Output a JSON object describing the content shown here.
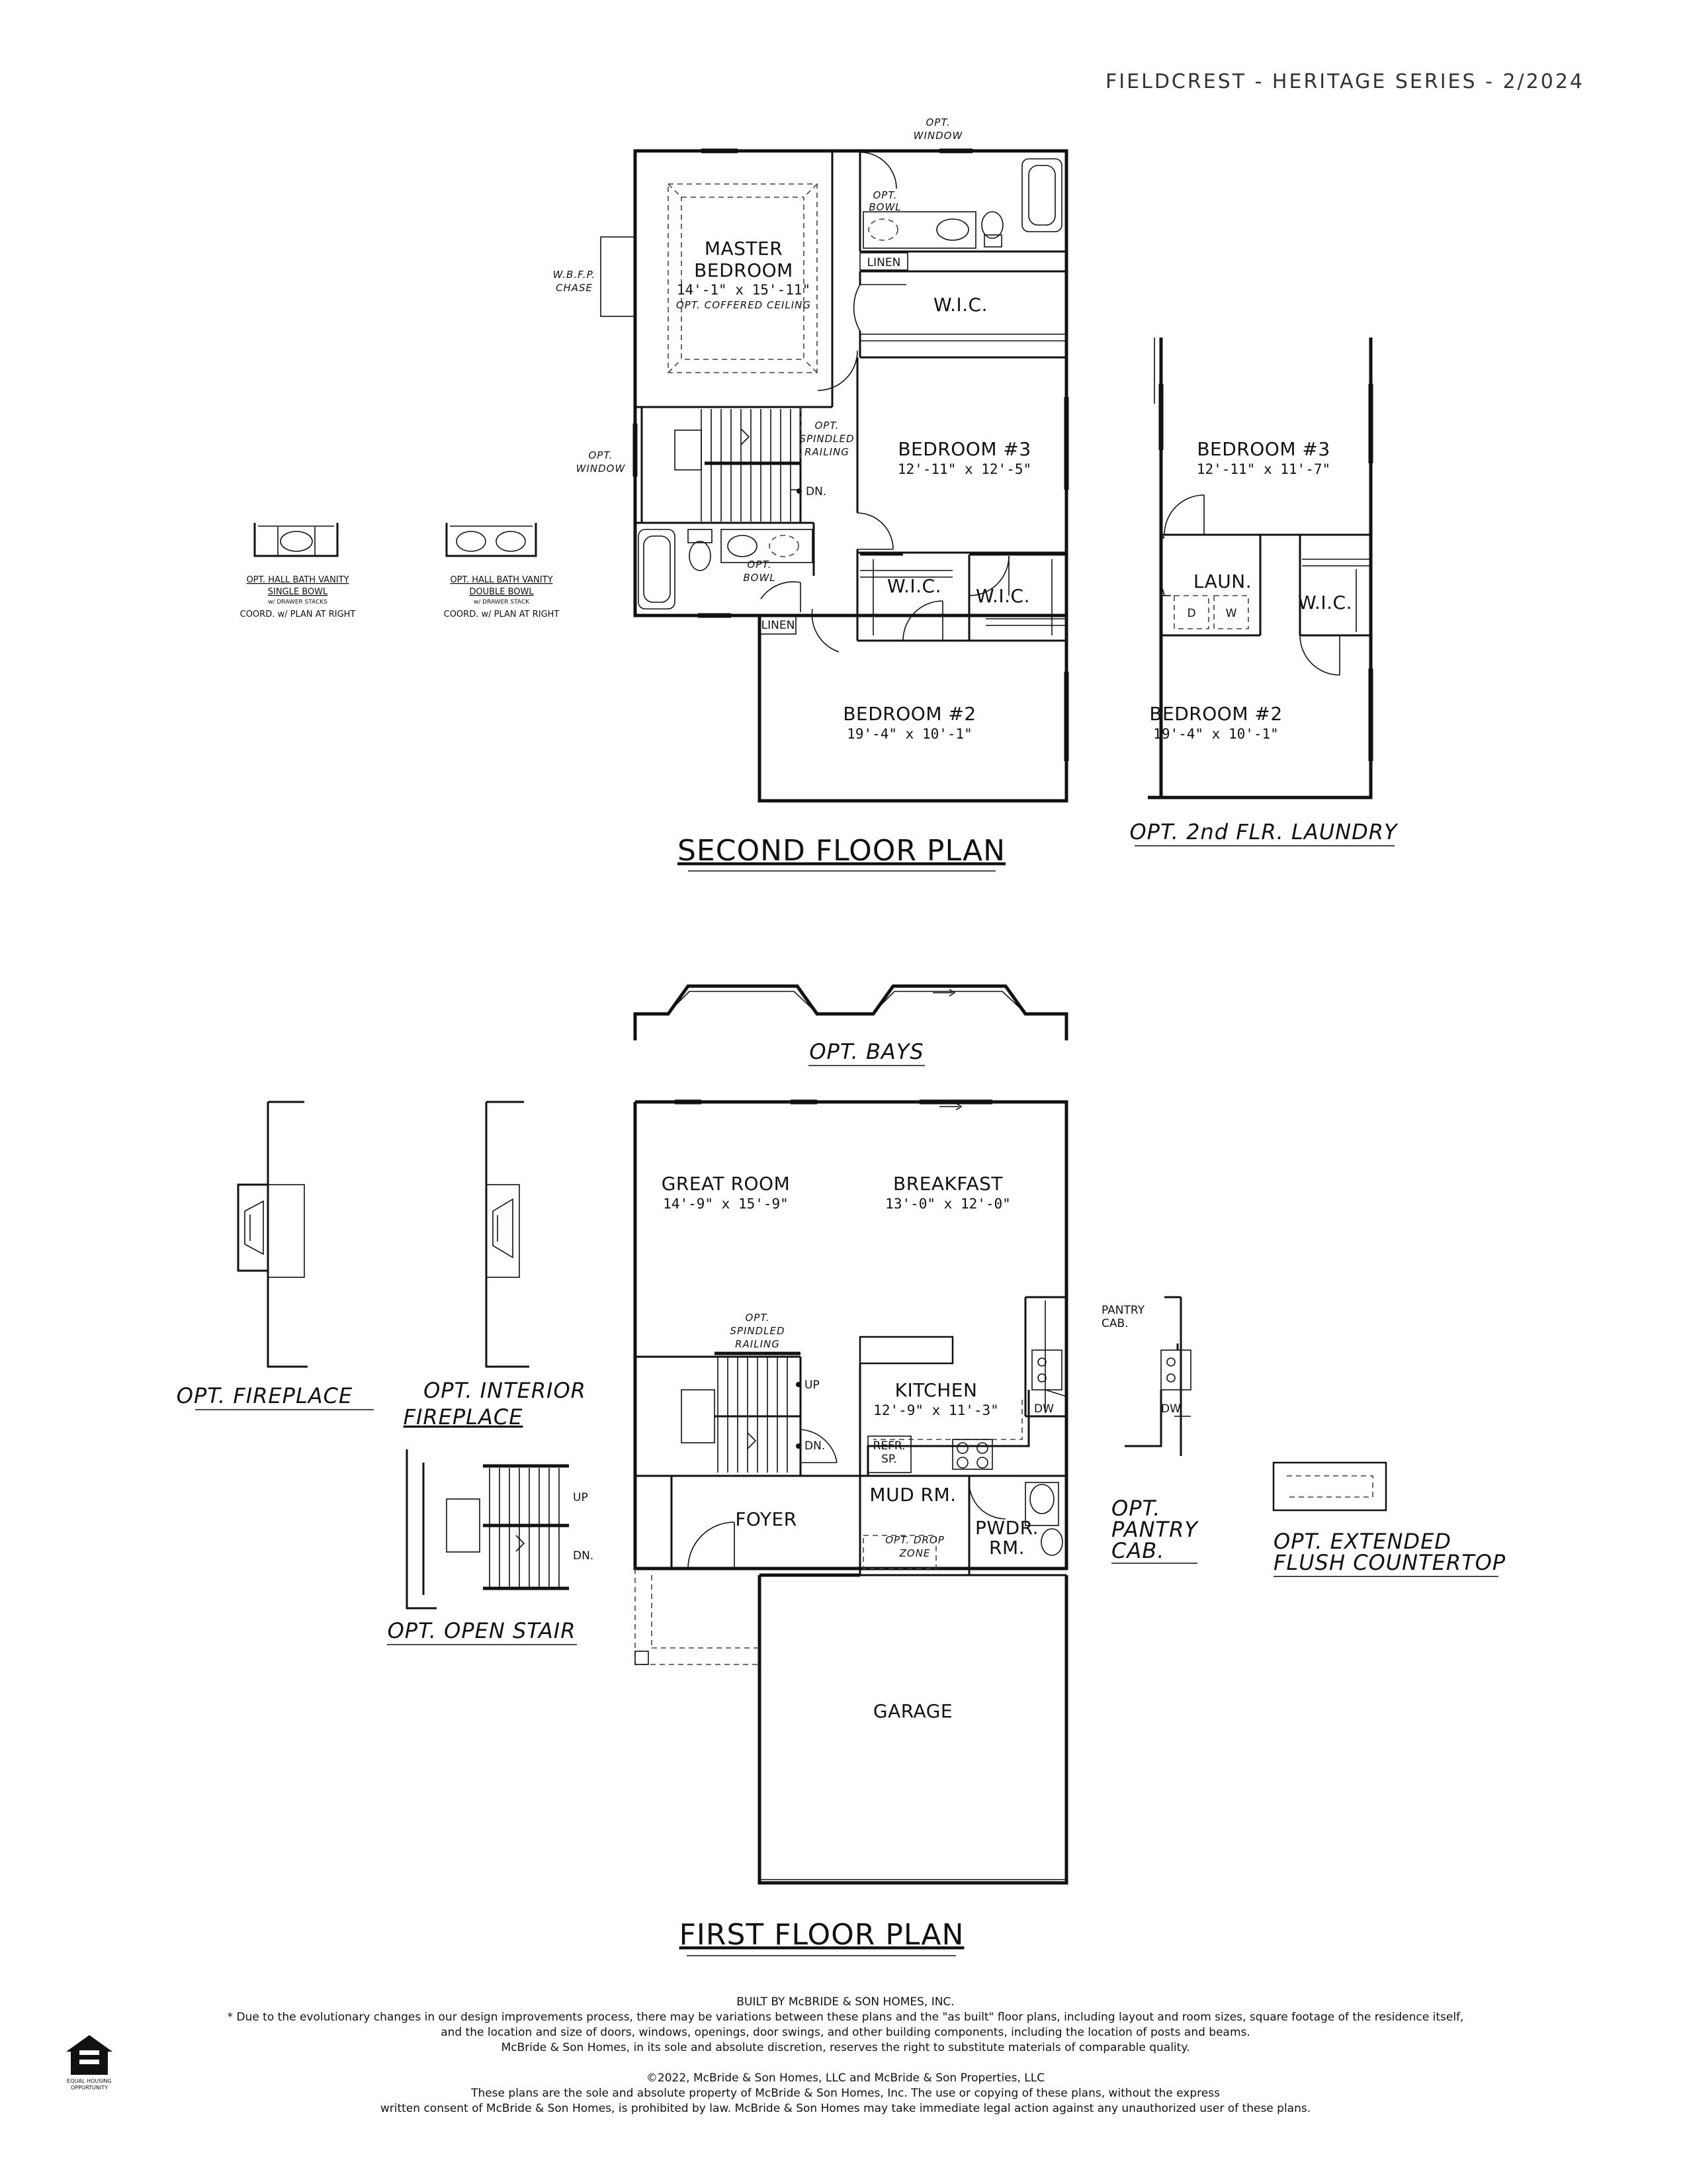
{
  "header": "FIELDCREST - HERITAGE SERIES - 2/2024",
  "second_floor": {
    "title": "SECOND FLOOR PLAN",
    "master_bedroom": {
      "line1": "MASTER",
      "line2": "BEDROOM",
      "dim": "14'-1\" x 15'-11\"",
      "note": "OPT. COFFERED CEILING"
    },
    "opt_window_top": {
      "line1": "OPT.",
      "line2": "WINDOW"
    },
    "opt_bowl_top": {
      "line1": "OPT.",
      "line2": "BOWL"
    },
    "linen_top": "LINEN",
    "wic_master": "W.I.C.",
    "wbfp": {
      "line1": "W.B.F.P.",
      "line2": "CHASE"
    },
    "opt_spindled": {
      "line1": "OPT.",
      "line2": "SPINDLED",
      "line3": "RAILING"
    },
    "opt_window_left": {
      "line1": "OPT.",
      "line2": "WINDOW"
    },
    "dn": "DN.",
    "bedroom3": {
      "name": "BEDROOM #3",
      "dim": "12'-11\" x 12'-5\""
    },
    "opt_bowl_bath": {
      "line1": "OPT.",
      "line2": "BOWL"
    },
    "wic_left": "W.I.C.",
    "wic_right": "W.I.C.",
    "linen_bath": "LINEN",
    "bedroom2": {
      "name": "BEDROOM #2",
      "dim": "19'-4\" x 10'-1\""
    }
  },
  "vanity_single": {
    "line1": "OPT. HALL BATH VANITY",
    "line2": "SINGLE BOWL",
    "line3": "w/ DRAWER STACKS",
    "line4": "COORD. w/ PLAN AT RIGHT"
  },
  "vanity_double": {
    "line1": "OPT. HALL BATH VANITY",
    "line2": "DOUBLE BOWL",
    "line3": "w/ DRAWER STACK",
    "line4": "COORD. w/ PLAN AT RIGHT"
  },
  "laundry_option": {
    "title": "OPT. 2nd FLR. LAUNDRY",
    "bedroom3": {
      "name": "BEDROOM #3",
      "dim": "12'-11\" x 11'-7\""
    },
    "laun": "LAUN.",
    "d": "D",
    "w": "W",
    "wic": "W.I.C.",
    "bedroom2": {
      "name": "BEDROOM #2",
      "dim": "19'-4\" x 10'-1\""
    }
  },
  "opt_bays": "OPT. BAYS",
  "first_floor": {
    "title": "FIRST FLOOR PLAN",
    "great_room": {
      "name": "GREAT ROOM",
      "dim": "14'-9\" x 15'-9\""
    },
    "breakfast": {
      "name": "BREAKFAST",
      "dim": "13'-0\" x 12'-0\""
    },
    "opt_spindled": {
      "line1": "OPT.",
      "line2": "SPINDLED",
      "line3": "RAILING"
    },
    "up": "UP",
    "dn": "DN.",
    "kitchen": {
      "name": "KITCHEN",
      "dim": "12'-9\" x 11'-3\""
    },
    "dw": "DW",
    "refr": {
      "line1": "REFR.",
      "line2": "SP."
    },
    "foyer": "FOYER",
    "mud_rm": "MUD RM.",
    "opt_drop": {
      "line1": "OPT. DROP",
      "line2": "ZONE"
    },
    "pwdr": {
      "line1": "PWDR.",
      "line2": "RM."
    },
    "garage": "GARAGE"
  },
  "opt_fireplace": "OPT. FIREPLACE",
  "opt_interior_fireplace": {
    "line1": "OPT. INTERIOR",
    "line2": "FIREPLACE"
  },
  "opt_open_stair": {
    "title": "OPT. OPEN STAIR",
    "up": "UP",
    "dn": "DN."
  },
  "opt_pantry": {
    "line1": "OPT.",
    "line2": "PANTRY",
    "line3": "CAB.",
    "label_line1": "PANTRY",
    "label_line2": "CAB.",
    "dw": "DW"
  },
  "opt_countertop": {
    "line1": "OPT. EXTENDED",
    "line2": "FLUSH COUNTERTOP"
  },
  "footer": {
    "line1": "BUILT BY McBRIDE & SON HOMES, INC.",
    "line2": "* Due to the evolutionary changes in our design improvements process, there may be variations between these plans and the \"as built\" floor plans, including layout and room sizes, square footage of the residence itself,",
    "line3": "and the location and size of doors, windows, openings, door swings, and other building components, including the location of posts and beams.",
    "line4": "McBride & Son Homes, in its sole and absolute discretion, reserves the right to substitute materials of comparable quality.",
    "line5": "©2022, McBride & Son Homes, LLC and McBride & Son Properties, LLC",
    "line6": "These plans are the sole and absolute property of McBride & Son Homes, Inc.  The use or copying of these plans, without the express",
    "line7": "written consent of McBride & Son Homes, is prohibited by law. McBride & Son Homes may take immediate legal action against any unauthorized user of these plans.",
    "eho_line1": "EQUAL HOUSING",
    "eho_line2": "OPPORTUNITY"
  }
}
